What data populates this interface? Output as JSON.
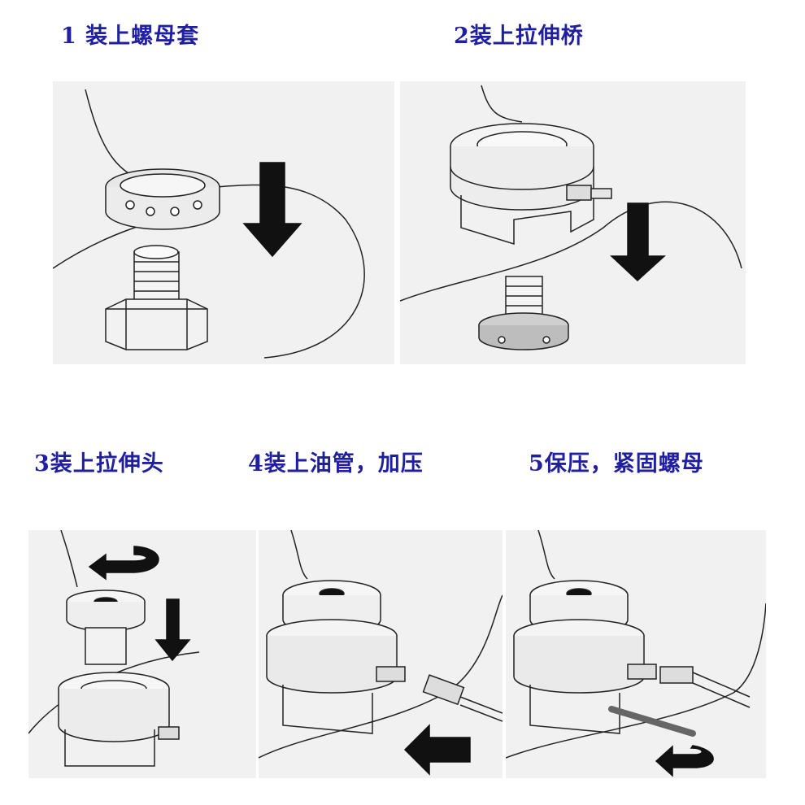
{
  "steps": [
    {
      "title": "1  装上螺母套"
    },
    {
      "title": "2装上拉伸桥"
    },
    {
      "title": "3装上拉伸头"
    },
    {
      "title": "4装上油管，加压"
    },
    {
      "title": "5保压，紧固螺母"
    }
  ],
  "colors": {
    "title": "#1f1f9f",
    "panel_bg": "#f1f1f1",
    "line": "#222222"
  }
}
